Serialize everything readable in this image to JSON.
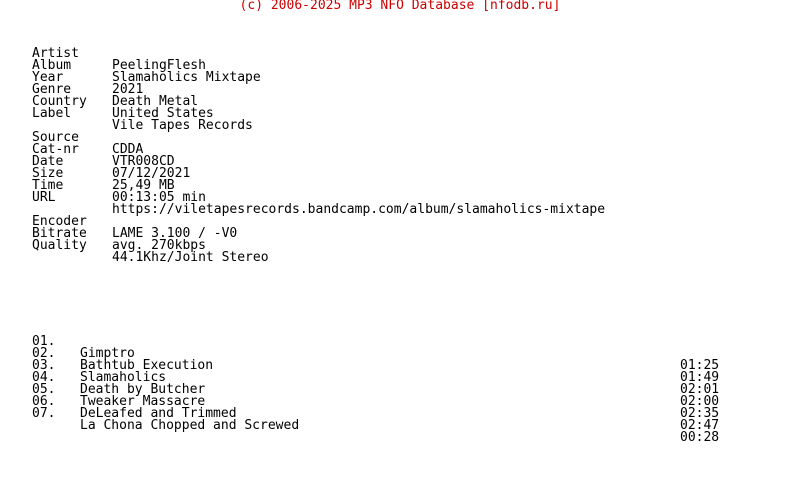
{
  "header": {
    "text": "(c) 2006-2025 MP3 NFO Database [nfodb.ru]",
    "color": "#cc0000"
  },
  "info": [
    {
      "label": "Artist",
      "value": "PeelingFlesh"
    },
    {
      "label": "Album",
      "value": "Slamaholics Mixtape"
    },
    {
      "label": "Year",
      "value": "2021"
    },
    {
      "label": "Genre",
      "value": "Death Metal"
    },
    {
      "label": "Country",
      "value": "United States"
    },
    {
      "label": "Label",
      "value": "Vile Tapes Records"
    }
  ],
  "source": [
    {
      "label": "Source",
      "value": "CDDA"
    },
    {
      "label": "Cat-nr",
      "value": "VTR008CD"
    },
    {
      "label": "Date",
      "value": "07/12/2021"
    },
    {
      "label": "Size",
      "value": "25,49 MB"
    },
    {
      "label": "Time",
      "value": "00:13:05 min"
    },
    {
      "label": "URL",
      "value": "https://viletapesrecords.bandcamp.com/album/slamaholics-mixtape"
    }
  ],
  "encoding": [
    {
      "label": "Encoder",
      "value": "LAME 3.100 / -V0"
    },
    {
      "label": "Bitrate",
      "value": "avg. 270kbps"
    },
    {
      "label": "Quality",
      "value": "44.1Khz/Joint Stereo"
    }
  ],
  "tracks": [
    {
      "num": "01.",
      "title": "Gimptro",
      "time": "01:25"
    },
    {
      "num": "02.",
      "title": "Bathtub Execution",
      "time": "01:49"
    },
    {
      "num": "03.",
      "title": "Slamaholics",
      "time": "02:01"
    },
    {
      "num": "04.",
      "title": "Death by Butcher",
      "time": "02:00"
    },
    {
      "num": "05.",
      "title": "Tweaker Massacre",
      "time": "02:35"
    },
    {
      "num": "06.",
      "title": "DeLeafed and Trimmed",
      "time": "02:47"
    },
    {
      "num": "07.",
      "title": "La Chona Chopped and Screwed",
      "time": "00:28"
    }
  ]
}
